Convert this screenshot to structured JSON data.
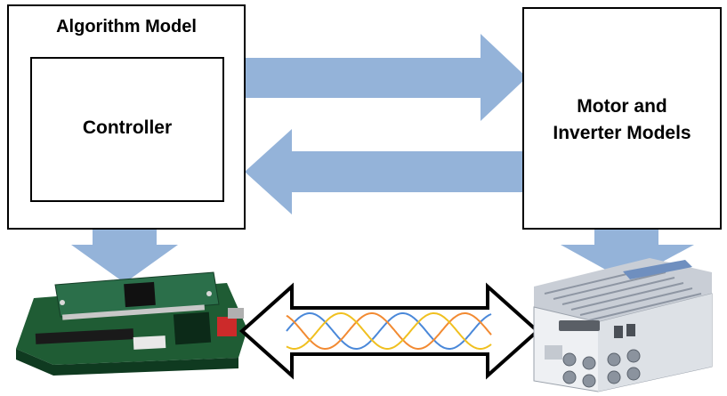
{
  "diagram": {
    "algorithm_model": {
      "title": "Algorithm Model",
      "inner_label": "Controller"
    },
    "plant_model": {
      "label_line1": "Motor and",
      "label_line2": "Inverter Models"
    },
    "colors": {
      "arrow_fill": "#94b3d9",
      "wave_blue": "#4a88d9",
      "wave_orange": "#f28a32",
      "wave_yellow": "#f0c020",
      "border": "#000000"
    },
    "icons": [
      "controller-board-icon",
      "inverter-hardware-icon",
      "three-phase-signal-icon"
    ]
  }
}
